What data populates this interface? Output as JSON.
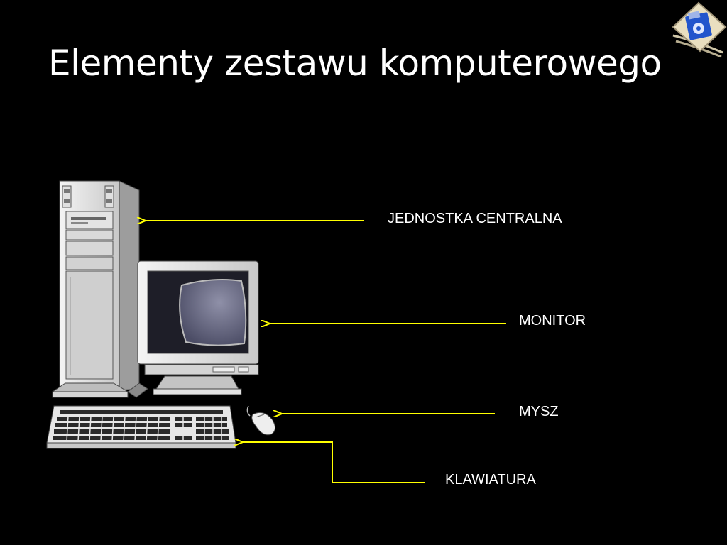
{
  "slide": {
    "title": "Elementy zestawu komputerowego"
  },
  "labels": {
    "central_unit": "JEDNOSTKA CENTRALNA",
    "monitor": "MONITOR",
    "mouse": "MYSZ",
    "keyboard": "KLAWIATURA"
  },
  "icons": {
    "corner": "floppy-disk-icon"
  },
  "colors": {
    "background": "#000000",
    "text": "#ffffff",
    "arrow": "#ffff00"
  }
}
